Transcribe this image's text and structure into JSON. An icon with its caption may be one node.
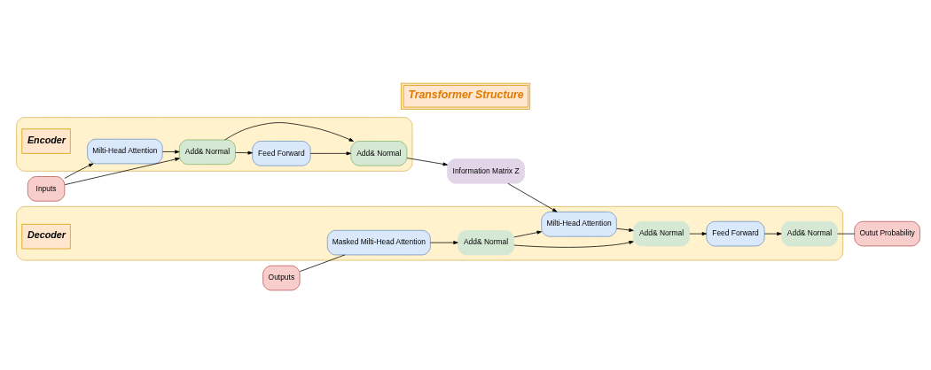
{
  "diagram": {
    "title": "Transformer Structure",
    "nodes": [
      {
        "text": [
          "Inputs"
        ]
      },
      {
        "text": [],
        "shape": "box"
      },
      {
        "text": [
          "Milti-Head Attention"
        ],
        "in": 1
      },
      {
        "text": [
          "Add& Normal"
        ],
        "in": 1
      },
      {
        "text": [
          "Feed Forward"
        ],
        "in": 1
      },
      {
        "text": [
          "Add& Normal"
        ],
        "in": 1
      },
      {
        "text": [
          "Encoder"
        ],
        "in": 1
      },
      {
        "text": [
          "Information Matrix Z"
        ]
      },
      {
        "text": [
          "Outputs"
        ]
      },
      {
        "text": [],
        "shape": "box"
      },
      {
        "text": [
          "Masked Milti-Head Attention"
        ],
        "in": 9
      },
      {
        "text": [
          "Add& Normal"
        ],
        "in": 9
      },
      {
        "text": [
          "Milti-Head Attention"
        ],
        "in": 9
      },
      {
        "text": [
          "Add& Normal"
        ],
        "in": 9
      },
      {
        "text": [
          "Feed Forward"
        ],
        "in": 9
      },
      {
        "text": [
          "Add& Normal"
        ],
        "in": 9
      },
      {
        "text": [
          "Decoder"
        ],
        "in": 9
      },
      {
        "text": [
          "Outut Probability"
        ]
      }
    ],
    "edges": [
      {
        "from": 0,
        "to": 2,
        "arrow": "to"
      },
      {
        "from": 0,
        "to": 3,
        "arrow": "to"
      },
      {
        "from": 2,
        "to": 3,
        "arrow": "to"
      },
      {
        "from": 3,
        "to": 4,
        "arrow": "to"
      },
      {
        "from": 3,
        "to": 5,
        "arrow": "to"
      },
      {
        "from": 4,
        "to": 5,
        "arrow": "to"
      },
      {
        "from": 5,
        "to": 7,
        "arrow": "to"
      },
      {
        "from": 7,
        "to": 12,
        "arrow": "to"
      },
      {
        "from": 8,
        "to": 10,
        "arrow": "none"
      },
      {
        "from": 10,
        "to": 11,
        "arrow": "to"
      },
      {
        "from": 11,
        "to": 12,
        "arrow": "to"
      },
      {
        "from": 11,
        "to": 13,
        "arrow": "to"
      },
      {
        "from": 12,
        "to": 13,
        "arrow": "to"
      },
      {
        "from": 13,
        "to": 14,
        "arrow": "to"
      },
      {
        "from": 14,
        "to": 15,
        "arrow": "to"
      },
      {
        "from": 15,
        "to": 17,
        "arrow": "none"
      }
    ]
  }
}
